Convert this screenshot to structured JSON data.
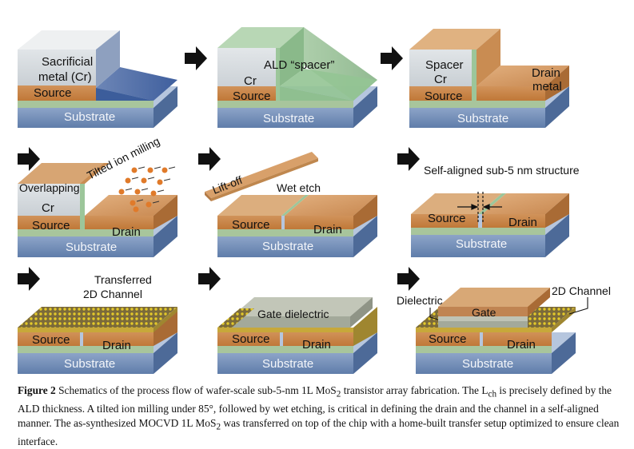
{
  "figure_number": "Figure 2",
  "caption_html": "Schematics of the process flow of wafer-scale sub-5-nm 1L MoS<sub>2</sub> transistor array fabrication. The L<sub>ch</sub> is precisely defined by the ALD thickness. A tilted ion milling under 85°, followed by wet etching, is critical in defining the drain and the channel in a self-aligned manner. The as-synthesized MOCVD 1L MoS<sub>2</sub> was transferred on top of the chip with a home-built transfer setup optimized to ensure clean interface.",
  "labels": {
    "sacrificial_metal": "Sacrificial",
    "sacrificial_metal_2": "metal (Cr)",
    "source": "Source",
    "substrate": "Substrate",
    "ald_spacer": "ALD “spacer”",
    "cr": "Cr",
    "spacer": "Spacer",
    "drain": "Drain",
    "drain_metal": "metal",
    "tilted_ion_milling": "Tilted ion milling",
    "overlapping": "Overlapping",
    "lift_off": "Lift-off",
    "wet_etch": "Wet etch",
    "self_aligned": "Self-aligned sub-5 nm structure",
    "transferred": "Transferred",
    "channel_2d_a": "2D Channel",
    "gate_dielectric": "Gate dielectric",
    "dielectric": "Dielectric",
    "gate": "Gate",
    "channel_2d_b": "2D Channel"
  },
  "colors": {
    "substrate_top": "#a7b8d3",
    "substrate_front": "#6d89b4",
    "source_top": "#d8a878",
    "source_front": "#c77e3e",
    "cr_front": "#cfd5da",
    "cr_top": "#e3e7e9",
    "green_layer": "#9ec49a",
    "arrow": "#111111",
    "gate": "#c99b6e",
    "dielectric": "#a7ad9f"
  }
}
